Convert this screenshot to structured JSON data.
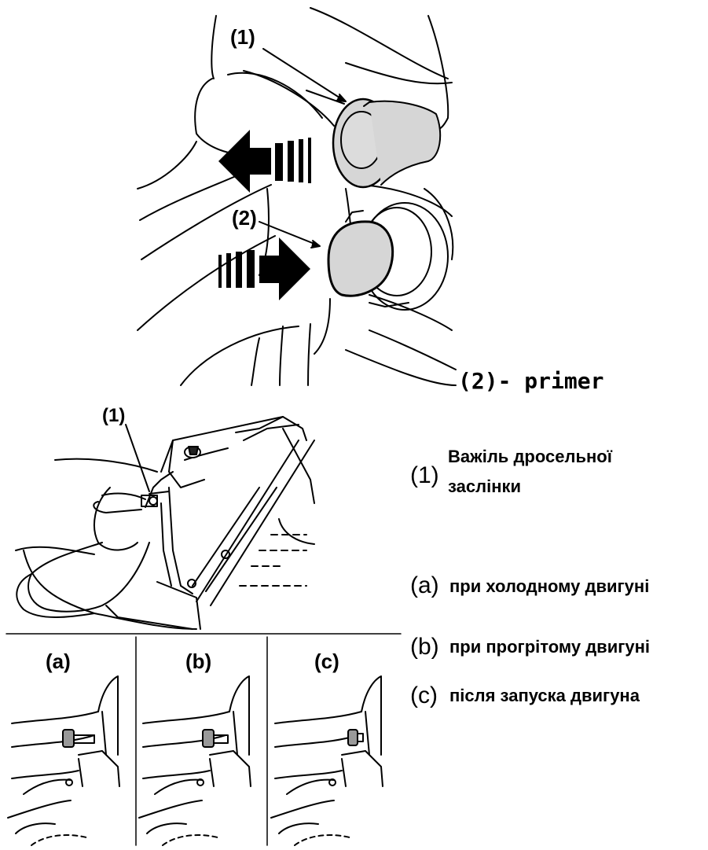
{
  "top_figure": {
    "callout_1": "(1)",
    "callout_2": "(2)",
    "primer_caption": "(2)- primer"
  },
  "bottom_figure": {
    "callout_1": "(1)",
    "panel_a": "(a)",
    "panel_b": "(b)",
    "panel_c": "(c)"
  },
  "legend": {
    "item_1_marker": "(1)",
    "item_1_line1": "Важіль дросельної",
    "item_1_line2": "заслінки",
    "item_a_marker": "(a)",
    "item_a_text": "при холодному двигуні",
    "item_b_marker": "(b)",
    "item_b_text": "при прогрітому двигуні",
    "item_c_marker": "(c)",
    "item_c_text": "після запуска двигуна"
  }
}
